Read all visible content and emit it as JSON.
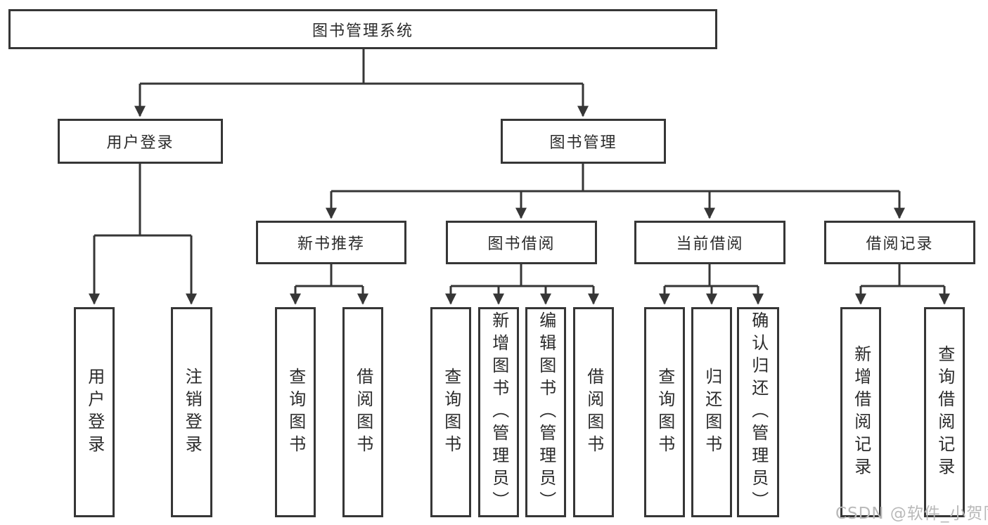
{
  "diagram": {
    "root": {
      "label": "图书管理系统"
    },
    "level2": {
      "user_login": {
        "label": "用户登录"
      },
      "book_management": {
        "label": "图书管理"
      }
    },
    "level3": {
      "new_book_recommend": {
        "label": "新书推荐"
      },
      "book_borrowing": {
        "label": "图书借阅"
      },
      "current_borrowing": {
        "label": "当前借阅"
      },
      "borrow_records": {
        "label": "借阅记录"
      }
    },
    "leaves": {
      "user_login": {
        "label": "用户登录"
      },
      "logout": {
        "label": "注销登录"
      },
      "recommend_query_books": {
        "label": "查询图书"
      },
      "recommend_borrow_books": {
        "label": "借阅图书"
      },
      "borrowing_query_books": {
        "label": "查询图书"
      },
      "borrowing_add_books_admin": {
        "label": "新增图书（管理员）"
      },
      "borrowing_edit_books_admin": {
        "label": "编辑图书（管理员）"
      },
      "borrowing_borrow_books": {
        "label": "借阅图书"
      },
      "current_query_books": {
        "label": "查询图书"
      },
      "current_return_books": {
        "label": "归还图书"
      },
      "current_confirm_return_admin": {
        "label": "确认归还（管理员）"
      },
      "records_add_record": {
        "label": "新增借阅记录"
      },
      "records_query_record": {
        "label": "查询借阅记录"
      }
    },
    "watermark": "CSDN @软件_小贺同学",
    "colors": {
      "line": "#363636",
      "text": "#2b2b2b",
      "background": "#ffffff",
      "watermark": "#b9b9b9"
    }
  }
}
